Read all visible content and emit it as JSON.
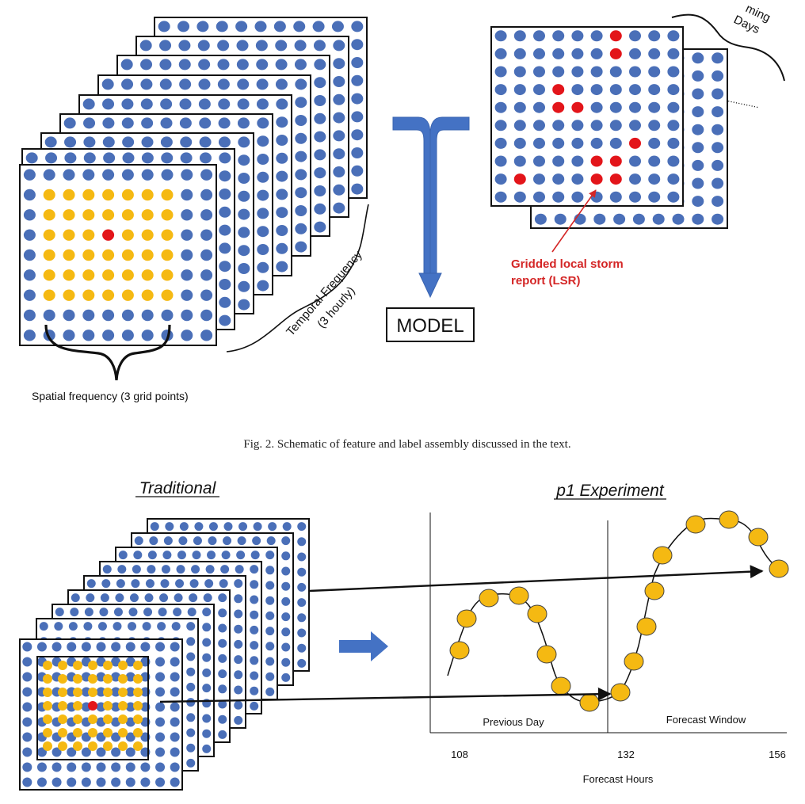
{
  "colors": {
    "blue_dot": "#4a6fb8",
    "yellow_dot": "#f5b912",
    "red_dot": "#e3151a",
    "arrow_blue": "#4472c4",
    "stroke": "#111111",
    "red_text": "#d42626"
  },
  "top": {
    "temporal_label_line1": "Temporal Frequency",
    "temporal_label_line2": "(3 hourly)",
    "spatial_label": "Spatial frequency (3 grid points)",
    "model_label": "MODEL",
    "lsr_label_line1": "Gridded local storm",
    "lsr_label_line2": "report (LSR)",
    "days_label_1": "ming",
    "days_label_2": "Days",
    "dotted_label": "............"
  },
  "caption": "Fig. 2. Schematic of feature and label assembly discussed in the text.",
  "bottom": {
    "traditional_title": "Traditional",
    "p1_title": "p1 Experiment",
    "previous_day_label": "Previous Day",
    "forecast_window_label": "Forecast Window",
    "x_axis_label": "Forecast Hours",
    "ticks": [
      "108",
      "132",
      "156"
    ]
  }
}
